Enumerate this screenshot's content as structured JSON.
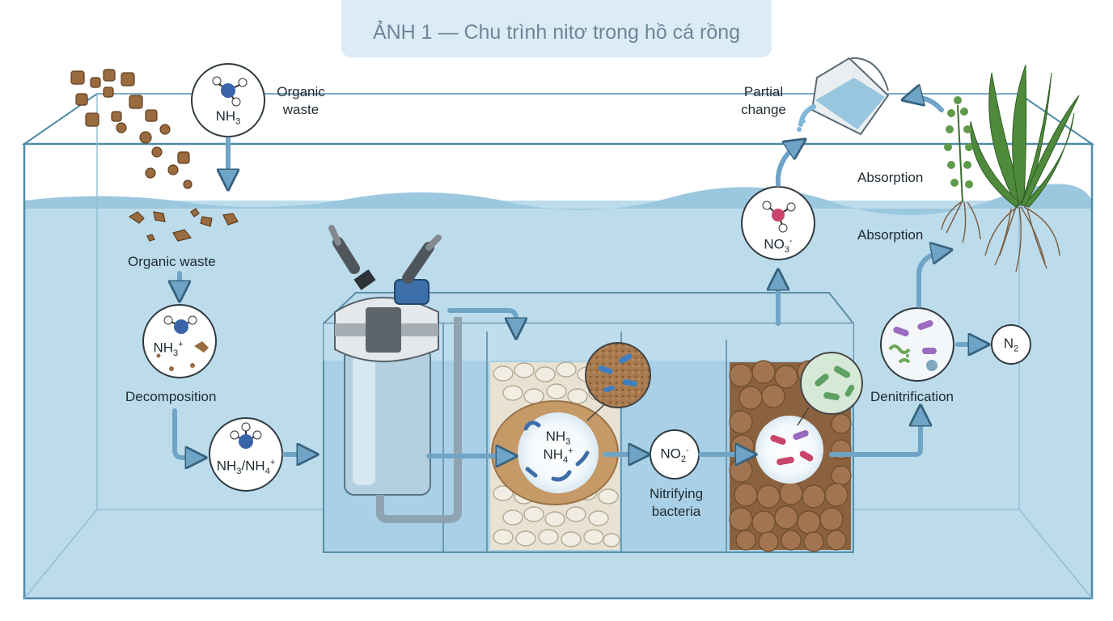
{
  "title": "ẢNH 1 — Chu trình nitơ trong hồ cá rồng",
  "labels": {
    "organic_waste_top": "Organic\nwaste",
    "organic_waste": "Organic waste",
    "decomposition": "Decomposition",
    "nitrifying_bacteria": "Nitrifying\nbacteria",
    "partial_change": "Partial\nchange",
    "absorption_top": "Absorption",
    "absorption_mid": "Absorption",
    "denitrification": "Denitrification"
  },
  "chemicals": {
    "nh3_top": {
      "base": "NH",
      "sub": "3"
    },
    "nh3_plus": {
      "base": "NH",
      "sub": "3",
      "sup": "+"
    },
    "nh3_nh4_left": {
      "base": "NH",
      "sub": "3",
      "mid": "/NH",
      "sub2": "4",
      "sup": "+"
    },
    "nh3_filter": {
      "base": "NH",
      "sub": "3"
    },
    "nh4_filter": {
      "base": "NH",
      "sub": "4",
      "sup": "+"
    },
    "no2": {
      "base": "NO",
      "sub": "2",
      "sup": "-"
    },
    "no3": {
      "base": "NO",
      "sub": "3",
      "sup": "-"
    },
    "n2": {
      "base": "N",
      "sub": "2"
    }
  },
  "icons": [
    "waste-pellets-icon",
    "ammonia-molecule-icon",
    "filter-canister-icon",
    "bio-ring-media-icon",
    "ceramic-ball-media-icon",
    "bacteria-magnify-icon",
    "nitrate-molecule-icon",
    "water-bucket-icon",
    "aquatic-plant-icon",
    "denitrifying-bacteria-icon"
  ],
  "colors": {
    "water": "#b7d8ea",
    "tank_edge": "#4e8aa8",
    "arrow": "#6fa4c6",
    "arrow_edge": "#36627d",
    "title_box": "#dcecf6",
    "title_text": "#6d8797",
    "waste": "#9a6b3f",
    "media_brown": "#b58a5c",
    "bio_ring": "#ece6d8",
    "plant_green": "#4f8a3c"
  }
}
